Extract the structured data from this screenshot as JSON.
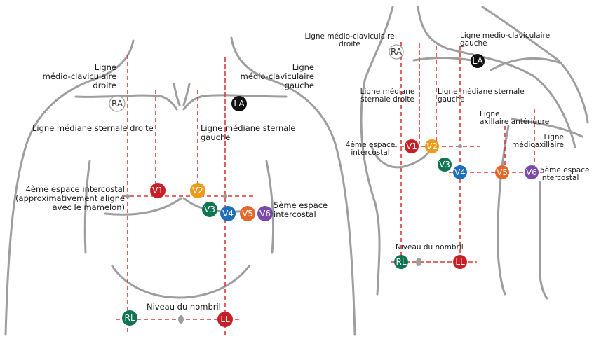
{
  "colors": {
    "outline": "#9e9e9e",
    "dash": "#d93838",
    "V1": "#c62026",
    "V2": "#ee9a1a",
    "V3": "#0f7550",
    "V4": "#1c6fb8",
    "V5": "#e3682a",
    "V6": "#7b4aa8",
    "RL": "#0f7550",
    "LL": "#c62026",
    "LA": "#111111",
    "RA": "#ffffff"
  },
  "left_view": {
    "labels": {
      "mcl_right": "Ligne\nmédio-claviculaire\ndroite",
      "mcl_left": "Ligne\nmédio-claviculaire\ngauche",
      "sternal_right": "Ligne médiane sternale droite",
      "sternal_left": "Ligne médiane sternale\ngauche",
      "ics4": "4ème espace intercostal\n(approximativement aligné\navec le mamelon)",
      "ics5": "5ème espace\nintercostal",
      "navel": "Niveau du nombril"
    },
    "electrodes": {
      "RA": "RA",
      "LA": "LA",
      "V1": "V1",
      "V2": "V2",
      "V3": "V3",
      "V4": "V4",
      "V5": "V5",
      "V6": "V6",
      "RL": "RL",
      "LL": "LL"
    }
  },
  "right_view": {
    "labels": {
      "mcl_right": "Ligne médio-claviculaire\ndroite",
      "mcl_left": "Ligne médio-claviculaire\ngauche",
      "sternal_right": "Ligne médiane\nsternale droite",
      "sternal_left": "Ligne médiane sternale\ngauche",
      "axillary_ant": "Ligne\naxillaire antérieure",
      "midaxillary": "Ligne\nmédioaxillaire",
      "ics4": "4ème espace\nintercostal",
      "ics5": "5ème espace\nintercostal",
      "navel": "Niveau du nombril"
    },
    "electrodes": {
      "RA": "RA",
      "LA": "LA",
      "V1": "V1",
      "V2": "V2",
      "V3": "V3",
      "V4": "V4",
      "V5": "V5",
      "V6": "V6",
      "RL": "RL",
      "LL": "LL"
    }
  }
}
